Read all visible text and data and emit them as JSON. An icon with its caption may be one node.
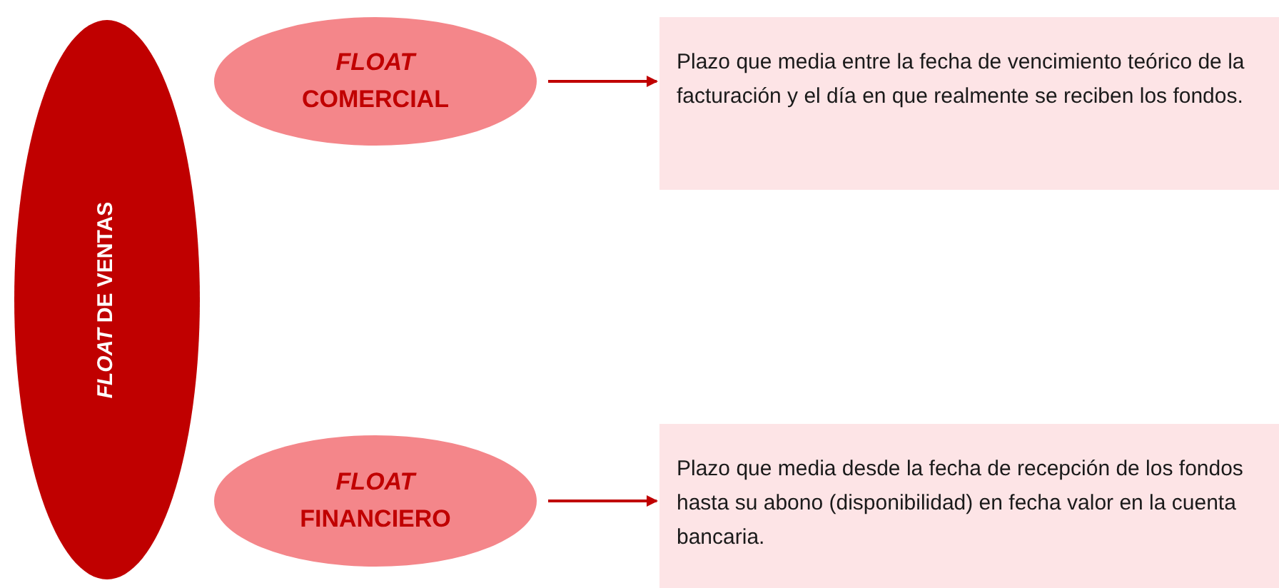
{
  "diagram": {
    "nodes": [
      {
        "text": [
          "*FLOAT* DE VENTAS"
        ]
      },
      {
        "text": [
          "*FLOAT* COMERCIAL"
        ]
      },
      {
        "text": [
          "Plazo que media entre la fecha de vencimiento teórico de la facturación y el día en que realmente se reciben los fondos."
        ]
      },
      {
        "text": [
          "*FLOAT* FINANCIERO"
        ]
      },
      {
        "text": [
          "Plazo que media desde la fecha de recepción de los fondos hasta su abono (disponibilidad) en fecha valor en la cuenta bancaria."
        ]
      }
    ],
    "edges": [
      {
        "from": 1,
        "to": 2,
        "arrow": "to"
      },
      {
        "from": 3,
        "to": 4,
        "arrow": "to"
      }
    ]
  }
}
